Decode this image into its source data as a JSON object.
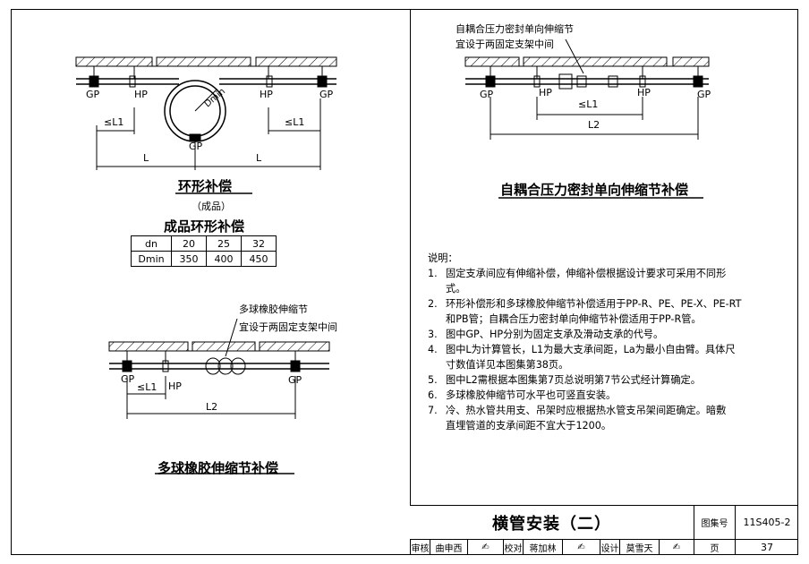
{
  "ring": {
    "title": "环形补偿",
    "subtitle": "（成品）",
    "table_title": "成品环形补偿",
    "labels": {
      "gp_left": "GP",
      "hp_left": "HP",
      "hp_right": "HP",
      "gp_right": "GP",
      "gp_bottom": "GP",
      "l1_left": "≤L1",
      "l1_right": "≤L1",
      "l_left": "L",
      "l_right": "L",
      "dmin": "Dmin"
    },
    "table": {
      "row_dn": [
        "dn",
        "20",
        "25",
        "32"
      ],
      "row_dmin": [
        "Dmin",
        "350",
        "400",
        "450"
      ]
    }
  },
  "rubber": {
    "title": "多球橡胶伸缩节补偿",
    "callout_1": "多球橡胶伸缩节",
    "callout_2": "宜设于两固定支架中间",
    "labels": {
      "gp_left": "GP",
      "hp": "HP",
      "gp_right": "GP",
      "l1": "≤L1",
      "l2": "L2"
    }
  },
  "seal": {
    "title": "自耦合压力密封单向伸缩节补偿",
    "callout_1": "自耦合压力密封单向伸缩节",
    "callout_2": "宜设于两固定支架中间",
    "labels": {
      "gp_left": "GP",
      "hp_left": "HP",
      "hp_right": "HP",
      "gp_right": "GP",
      "l1": "≤L1",
      "l2": "L2"
    }
  },
  "notes": {
    "heading": "说明：",
    "items": [
      {
        "num": "1.",
        "lines": [
          "固定支承间应有伸缩补偿，伸缩补偿根据设计要求可采用不同形",
          "式。"
        ]
      },
      {
        "num": "2.",
        "lines": [
          "环形补偿形和多球橡胶伸缩节补偿适用于PP-R、PE、PE-X、PE-RT",
          "和PB管；自耦合压力密封单向伸缩节补偿适用于PP-R管。"
        ]
      },
      {
        "num": "3.",
        "lines": [
          "图中GP、HP分别为固定支承及滑动支承的代号。"
        ]
      },
      {
        "num": "4.",
        "lines": [
          "图中L为计算管长，L1为最大支承间距，La为最小自由臂。具体尺",
          "寸数值详见本图集第38页。"
        ]
      },
      {
        "num": "5.",
        "lines": [
          "图中L2需根据本图集第7页总说明第7节公式经计算确定。"
        ]
      },
      {
        "num": "6.",
        "lines": [
          "多球橡胶伸缩节可水平也可竖直安装。"
        ]
      },
      {
        "num": "7.",
        "lines": [
          "冷、热水管共用支、吊架时应根据热水管支吊架间距确定。暗敷",
          "直埋管道的支承间距不宜大于1200。"
        ]
      }
    ]
  },
  "title_block": {
    "drawing_title": "横管安装（二）",
    "atlas_label": "图集号",
    "atlas_no": "11S405-2",
    "page_label": "页",
    "page_no": "37",
    "review_label": "审核",
    "review_name": "曲申西",
    "check_label": "校对",
    "check_name": "蒋加林",
    "design_label": "设计",
    "design_name": "莫雪天"
  }
}
